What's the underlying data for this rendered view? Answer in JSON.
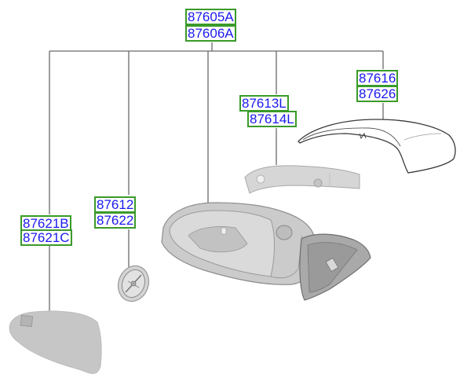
{
  "diagram": {
    "type": "exploded-parts-diagram",
    "subject": "outside rear view mirror assembly",
    "colors": {
      "label_text": "#1a1aee",
      "label_border": "#3a9a2a",
      "leader_line": "#666666",
      "part_fill": "#c8c8c8"
    }
  },
  "callouts": [
    {
      "id": "assembly",
      "lines": [
        "87605A",
        "87606A"
      ],
      "part": "mirror-assembly"
    },
    {
      "id": "cover",
      "lines": [
        "87616",
        "87626"
      ],
      "part": "scalp-cover"
    },
    {
      "id": "lamp",
      "lines": [
        "87613L",
        "87614L"
      ],
      "part": "side-repeater-lamp"
    },
    {
      "id": "actuator",
      "lines": [
        "87612",
        "87622"
      ],
      "part": "mirror-actuator"
    },
    {
      "id": "glass",
      "lines": [
        "87621B",
        "87621C"
      ],
      "part": "mirror-glass"
    }
  ]
}
